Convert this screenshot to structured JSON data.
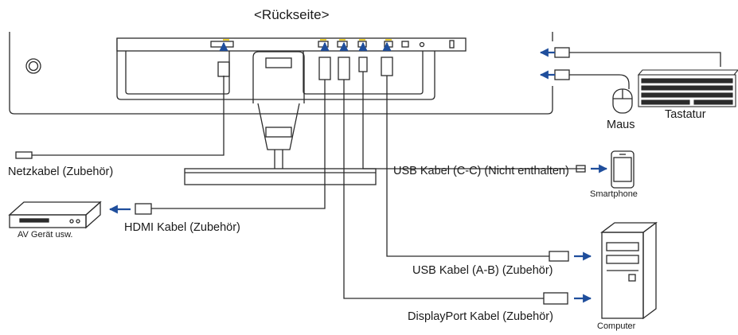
{
  "title": "<Rückseite>",
  "labels": {
    "power_cable": "Netzkabel (Zubehör)",
    "hdmi_cable": "HDMI Kabel (Zubehör)",
    "av_device": "AV Gerät usw.",
    "usb_cc": "USB Kabel (C-C) (Nicht enthalten)",
    "smartphone": "Smartphone",
    "usb_ab": "USB Kabel (A-B) (Zubehör)",
    "displayport": "DisplayPort Kabel (Zubehör)",
    "computer": "Computer",
    "mouse": "Maus",
    "keyboard": "Tastatur"
  },
  "colors": {
    "line": "#2b2b2b",
    "arrow": "#1f4e9c",
    "accent_yellow": "#e8c400"
  }
}
